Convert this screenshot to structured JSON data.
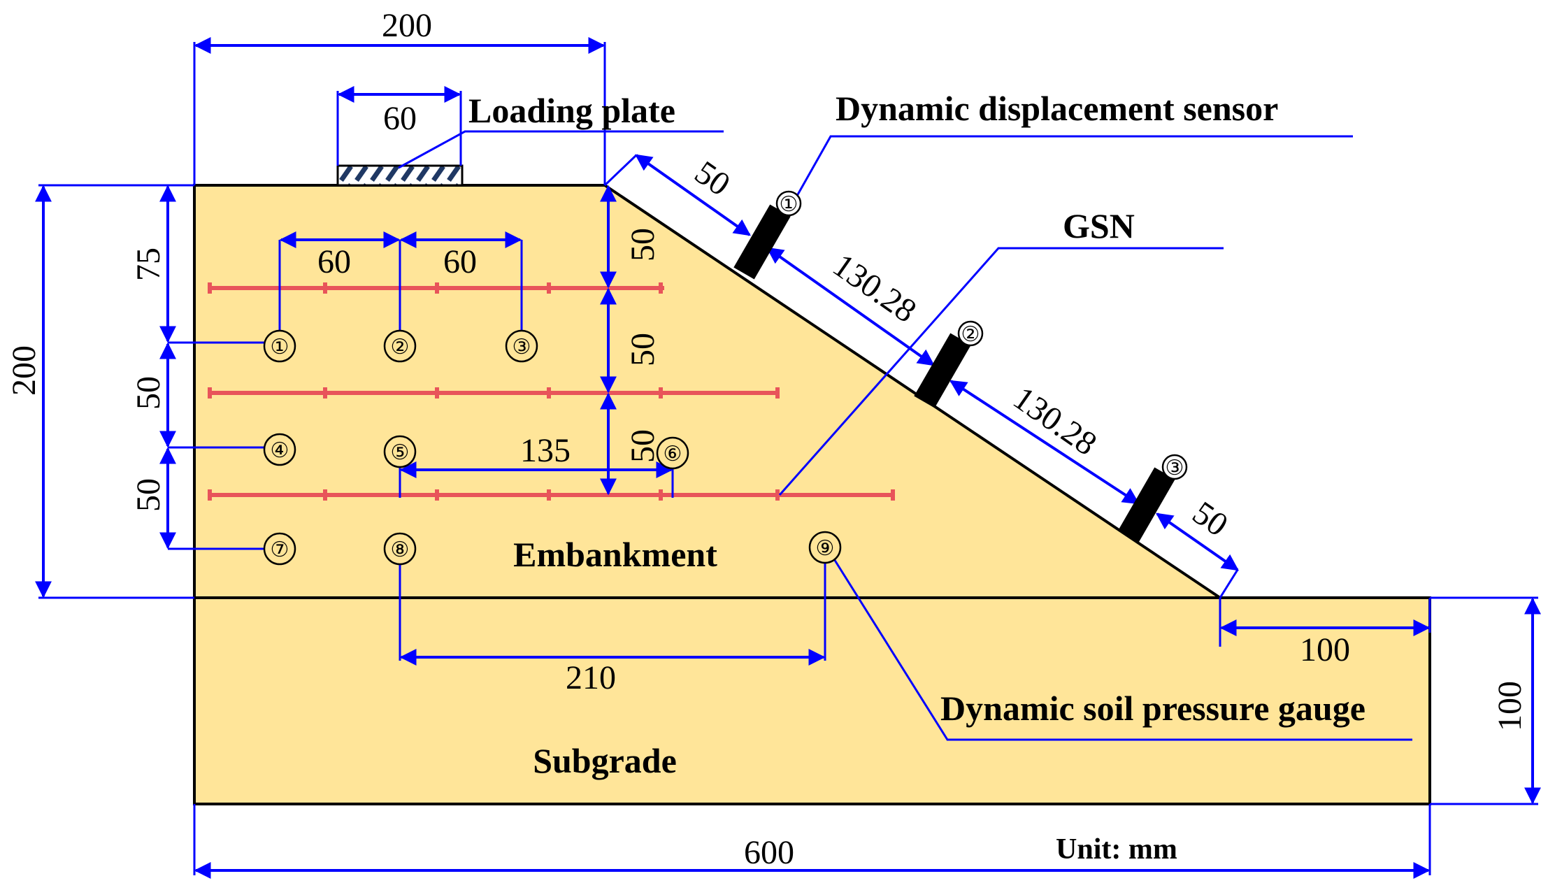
{
  "colors": {
    "soil_fill": "#ffe599",
    "dimension_line": "#0000ff",
    "geogrid": "#e8545a",
    "outline": "#000000",
    "sensor": "#000000"
  },
  "labels": {
    "loading_plate": "Loading plate",
    "displacement_sensor": "Dynamic displacement sensor",
    "gsn": "GSN",
    "embankment": "Embankment",
    "subgrade": "Subgrade",
    "pressure_gauge": "Dynamic soil pressure gauge",
    "unit": "Unit:  mm"
  },
  "dimensions": {
    "top_width": "200",
    "plate_width": "60",
    "gauge_spacing_1": "60",
    "gauge_spacing_2": "60",
    "layer_top": "75",
    "layer_mid": "50",
    "layer_low": "50",
    "embankment_height": "200",
    "grid_spacing_1": "50",
    "grid_spacing_2": "50",
    "grid_spacing_3": "50",
    "gauge_offset": "135",
    "gauge_span_bottom": "210",
    "slope_top": "50",
    "slope_mid_1": "130.28",
    "slope_mid_2": "130.28",
    "slope_bottom": "50",
    "toe_offset": "100",
    "subgrade_height": "100",
    "total_width": "600"
  },
  "pressure_gauges": [
    "①",
    "②",
    "③",
    "④",
    "⑤",
    "⑥",
    "⑦",
    "⑧",
    "⑨"
  ],
  "displacement_sensors": [
    "①",
    "②",
    "③"
  ]
}
